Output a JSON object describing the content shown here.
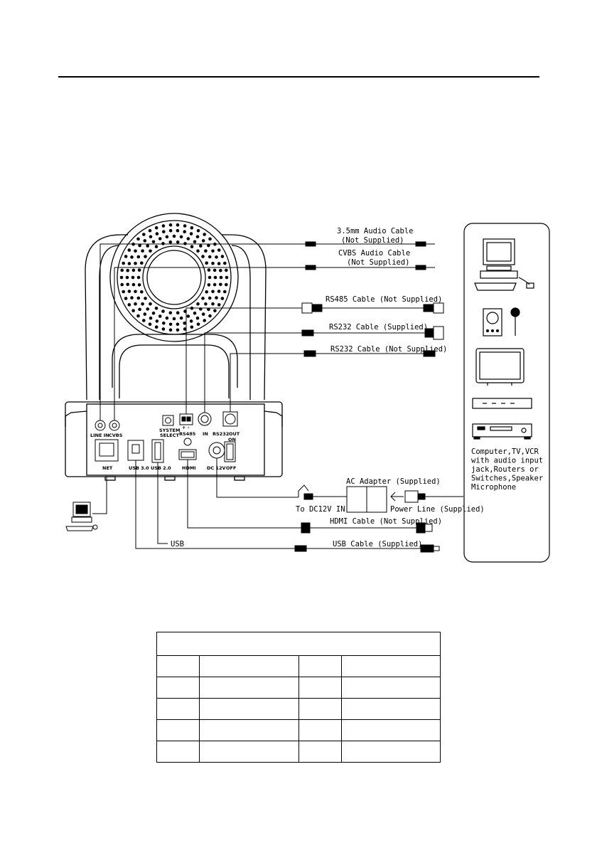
{
  "cables": {
    "audio_35mm": "3.5mm Audio Cable",
    "audio_35mm_note": "(Not Supplied)",
    "cvbs": "CVBS Audio Cable",
    "cvbs_note": "(Not Supplied)",
    "rs485": "RS485 Cable (Not Supplied)",
    "rs232_supplied": "RS232 Cable (Supplied)",
    "rs232_not_supplied": "RS232 Cable (Not Supplied)",
    "ac_adapter": "AC Adapter (Supplied)",
    "to_dc12v": "To DC12V IN",
    "power_line": "Power Line (Supplied)",
    "hdmi": "HDMI Cable (Not Supplied)",
    "usb_label": "USB",
    "usb_cable": "USB Cable (Supplied)"
  },
  "ports": {
    "line_in": "LINE IN",
    "cvbs": "CVBS",
    "system_select_1": "SYSTEM",
    "system_select_2": "SELECT",
    "rs485": "RS485",
    "rs485_pol": "+   -",
    "in": "IN",
    "rs232": "RS232",
    "out": "OUT",
    "net": "NET",
    "usb30": "USB 3.0",
    "usb20": "USB 2.0",
    "hdmi": "HDMI",
    "dc12v": "DC 12V",
    "on": "ON",
    "off": "OFF"
  },
  "side_panel": {
    "lines": [
      "Computer,TV,VCR",
      "with audio input",
      "jack,Routers or",
      "Switches,Speaker",
      "Microphone"
    ]
  },
  "table": {
    "rows": [
      [
        "",
        "",
        "",
        ""
      ],
      [
        "",
        "",
        "",
        ""
      ],
      [
        "",
        "",
        "",
        ""
      ],
      [
        "",
        "",
        "",
        ""
      ],
      [
        "",
        "",
        "",
        ""
      ]
    ]
  }
}
